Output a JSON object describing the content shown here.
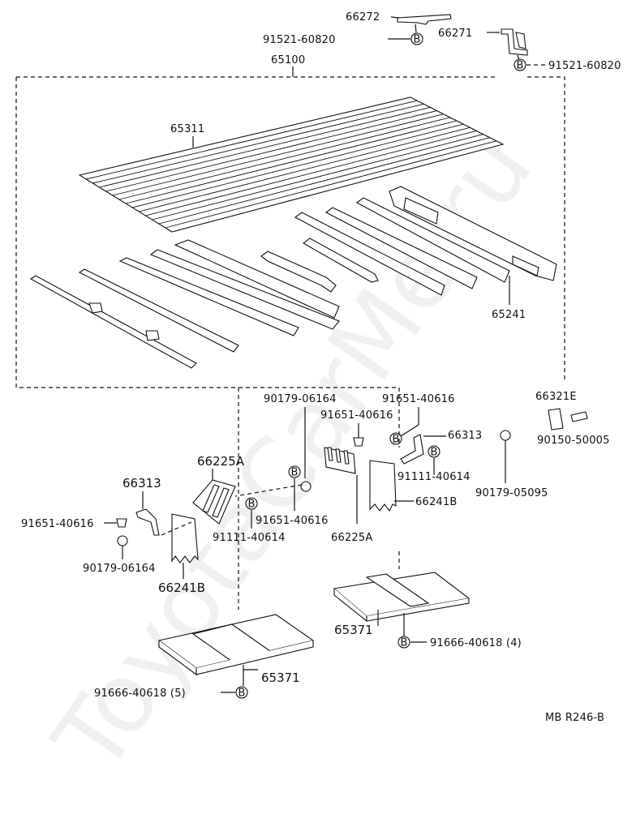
{
  "watermark": "ToyotaCarMe.ru",
  "labels": {
    "p66272": "66272",
    "p91521_top": "91521-60820",
    "p66271": "66271",
    "p91521_right": "91521-60820",
    "p65100": "65100",
    "p65311": "65311",
    "p65241": "65241",
    "p66321e": "66321E",
    "p90150": "90150-50005",
    "p90179_a": "90179-06164",
    "p91651_a": "91651-40616",
    "p91651_b": "91651-40616",
    "p66313_right": "66313",
    "p66225a_left": "66225A",
    "p91111_right": "91111-40614",
    "p90179_b": "90179-05095",
    "p66241b_right": "66241B",
    "p66313_left": "66313",
    "p91651_c": "91651-40616",
    "p91651_d": "91651-40616",
    "p91111_left": "91111-40614",
    "p66225a_mid": "66225A",
    "p90179_c": "90179-06164",
    "p66241b_left": "66241B",
    "p65371_right": "65371",
    "p91666_right": "91666-40618 (4)",
    "p65371_left": "65371",
    "p91666_left": "91666-40618 (5)",
    "ref_code": "MB R246-B"
  },
  "markers": {
    "b": "B"
  }
}
